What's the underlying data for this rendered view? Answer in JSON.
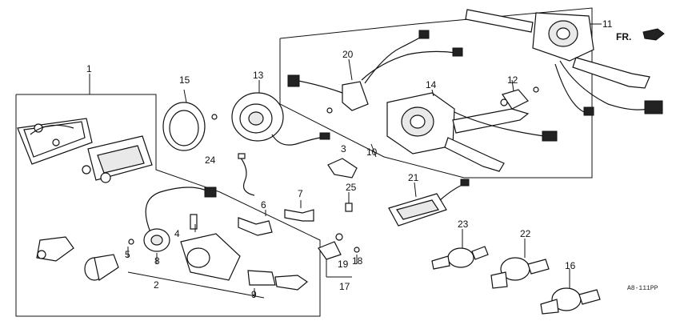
{
  "callouts": {
    "c1": "1",
    "c2": "2",
    "c3": "3",
    "c4": "4",
    "c5": "5",
    "c6": "6",
    "c7": "7",
    "c8": "8",
    "c9": "9",
    "c10": "10",
    "c11": "11",
    "c12": "12",
    "c13": "13",
    "c14": "14",
    "c15": "15",
    "c16": "16",
    "c17": "17",
    "c18": "18",
    "c19": "19",
    "c20": "20",
    "c21": "21",
    "c22": "22",
    "c23": "23",
    "c24": "24",
    "c25": "25"
  },
  "direction_label": "FR.",
  "diagram_code": "A8-111PP"
}
